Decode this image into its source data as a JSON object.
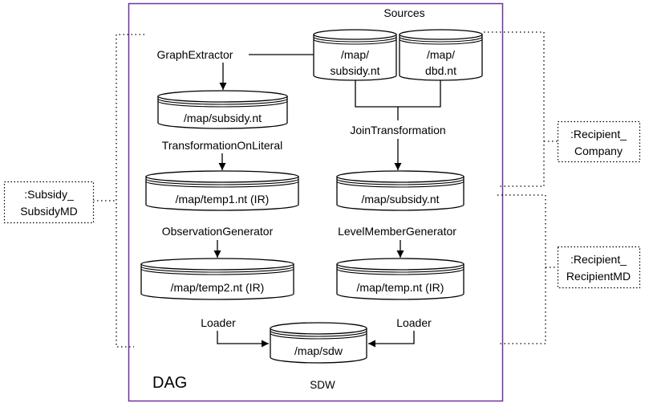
{
  "diagram": {
    "container_label": "DAG",
    "sources_label": "Sources",
    "target_label": "SDW"
  },
  "datasets": {
    "source_subsidy": [
      "/map/",
      "subsidy.nt"
    ],
    "source_dbd": [
      "/map/",
      "dbd.nt"
    ],
    "extracted_subsidy": "/map/subsidy.nt",
    "temp1": "/map/temp1.nt (IR)",
    "temp2": "/map/temp2.nt (IR)",
    "joined_subsidy": "/map/subsidy.nt",
    "temp": "/map/temp.nt (IR)",
    "sdw": "/map/sdw"
  },
  "operations": {
    "graph_extractor": "GraphExtractor",
    "transformation_on_literal": "TransformationOnLiteral",
    "observation_generator": "ObservationGenerator",
    "loader_left": "Loader",
    "join_transformation": "JoinTransformation",
    "level_member_generator": "LevelMemberGenerator",
    "loader_right": "Loader"
  },
  "annotations": {
    "subsidy_md": [
      ":Subsidy_",
      "SubsidyMD"
    ],
    "recipient_company": [
      ":Recipient_",
      "Company"
    ],
    "recipient_md": [
      ":Recipient_",
      "RecipientMD"
    ]
  },
  "colors": {
    "dag_border": "#7030A0"
  }
}
